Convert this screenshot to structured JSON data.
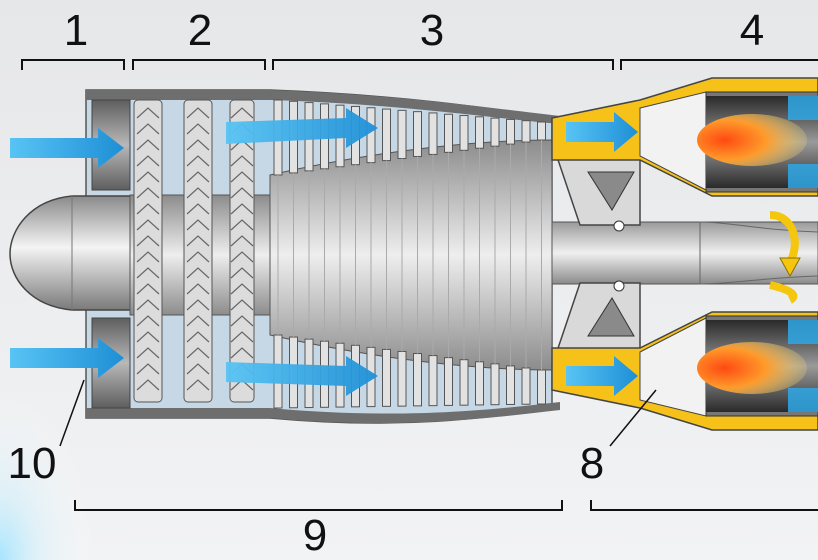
{
  "diagram": {
    "labels": {
      "inlet": "1",
      "low_pressure_compressor": "2",
      "high_pressure_compressor": "3",
      "combustion": "4",
      "combustor_casing": "8",
      "compressor_section": "9",
      "air_intake": "10"
    },
    "colors": {
      "background": "#ebecee",
      "air_flow": "#2fa8e8",
      "flame": "#ff7a1a",
      "combustor_yellow": "#f6c21a",
      "rotation_arrow": "#f4c60e",
      "metal_light": "#d4d4d4",
      "metal_dark": "#6b6b6b",
      "line": "#111111"
    }
  }
}
